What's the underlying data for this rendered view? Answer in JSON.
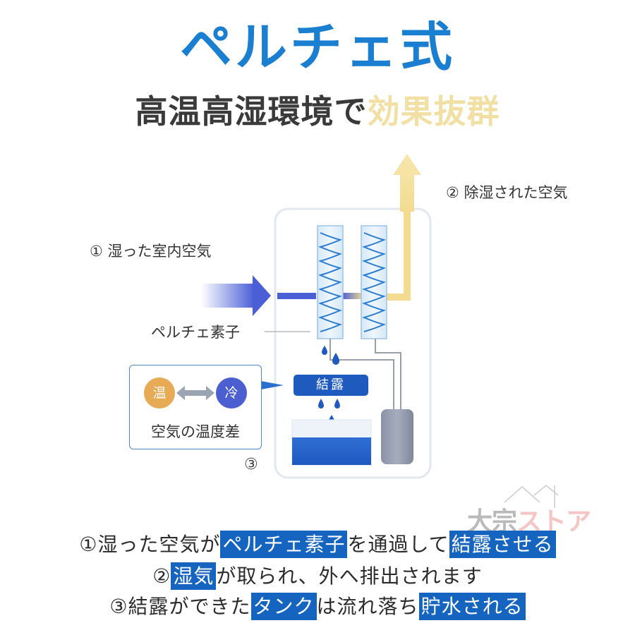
{
  "title": "ペルチェ式",
  "subtitle": {
    "main": "高温高湿環境で",
    "highlight": "効果抜群"
  },
  "diagram": {
    "step1_label": "① 湿った室内空気",
    "step2_label": "② 除湿された空気",
    "element_label": "ペルチェ素子",
    "condensation_label": "結露",
    "inset": {
      "warm": "温",
      "cold": "冷",
      "caption": "空気の温度差"
    },
    "step3_marker": "③"
  },
  "watermark": {
    "part1": "大宗",
    "part2": "ストア"
  },
  "steps": [
    {
      "p1": "①湿った空気が",
      "h1": "ペルチェ素子",
      "p2": "を通過して",
      "h2": "結露させる"
    },
    {
      "p1": "②",
      "h1": "湿気",
      "p2": "が取られ、外へ排出されます"
    },
    {
      "p1": "③結露ができた",
      "h1": "タンク",
      "p2": "は流れ落ち",
      "h2": "貯水される"
    }
  ],
  "colors": {
    "title_blue": "#1a7fd0",
    "highlight_gold": "#f2dfa3",
    "highlight_box_blue": "#1565c0",
    "dry_air_yellow": "#f3dc90",
    "humid_air_blue": "#4a5fd6",
    "warm_orange": "#e8ab55",
    "cold_blue": "#4b5fd0"
  },
  "icons": [
    "air-inflow-arrow-icon",
    "dry-air-up-arrow-icon",
    "water-drop-icon",
    "double-arrow-icon",
    "tank-icon",
    "house-icon"
  ]
}
